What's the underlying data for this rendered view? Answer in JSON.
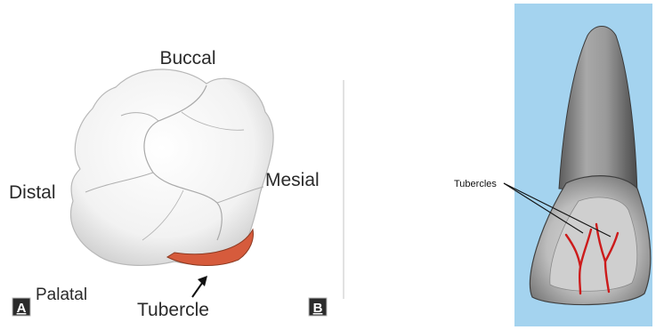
{
  "panel_a": {
    "orientation_labels": {
      "top": "Buccal",
      "left": "Distal",
      "right": "Mesial",
      "bottom_left": "Palatal"
    },
    "tubercle_label": "Tubercle",
    "badge": "A",
    "tubercle_color": "#d65b3c"
  },
  "panel_b": {
    "badge": "B",
    "tubercles_label": "Tubercles",
    "background_color": "#a4d3ef",
    "tubercle_color": "#cc1b1b"
  }
}
